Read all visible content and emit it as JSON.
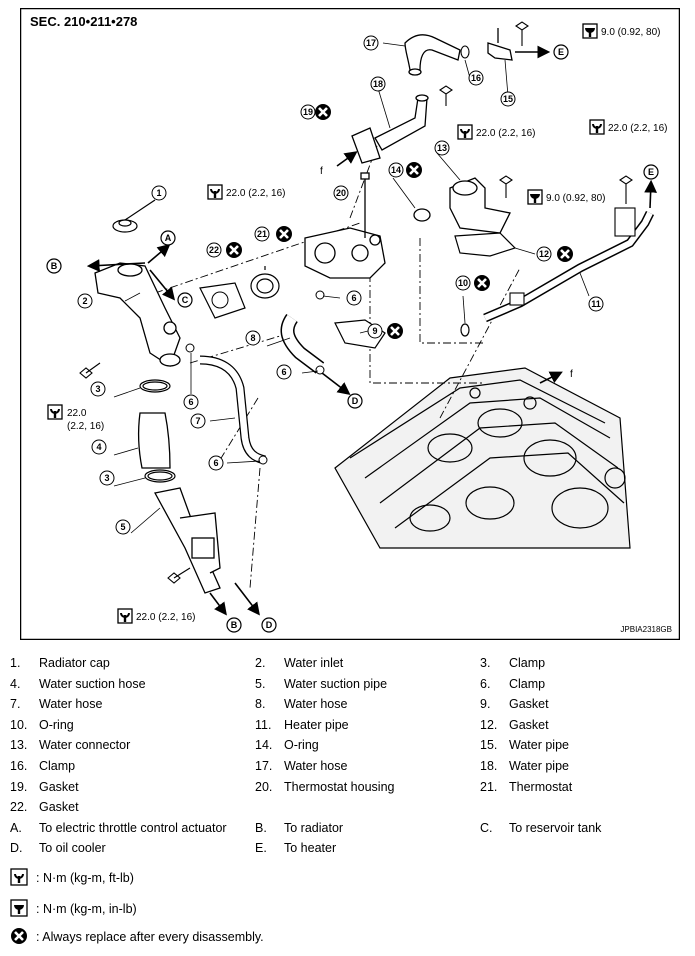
{
  "figure": {
    "section": "SEC. 210•211•278",
    "figure_id": "JPBIA2318GB",
    "callouts": {
      "c1": "1",
      "c2": "2",
      "c3a": "3",
      "c3b": "3",
      "c4": "4",
      "c5": "5",
      "c6a": "6",
      "c6b": "6",
      "c6c": "6",
      "c6d": "6",
      "c7": "7",
      "c8": "8",
      "c9": "9",
      "c10": "10",
      "c11": "11",
      "c12": "12",
      "c13": "13",
      "c14": "14",
      "c15": "15",
      "c16": "16",
      "c17": "17",
      "c18": "18",
      "c19": "19",
      "c20": "20",
      "c21": "21",
      "c22": "22"
    },
    "letters": {
      "A": "A",
      "B1": "B",
      "C": "C",
      "D1": "D",
      "B2": "B",
      "D2": "D",
      "E1": "E",
      "E2": "E"
    },
    "front_marks": {
      "f1": "f",
      "f2": "f"
    },
    "torques": {
      "t1": "9.0 (0.92, 80)",
      "t2": "22.0 (2.2, 16)",
      "t3": "22.0 (2.2, 16)",
      "t4": "9.0 (0.92, 80)",
      "t5": "22.0 (2.2, 16)",
      "t6a": "22.0",
      "t6b": "(2.2, 16)",
      "t7": "22.0 (2.2, 16)"
    }
  },
  "legend": {
    "rows": [
      [
        {
          "num": "1.",
          "text": "Radiator cap"
        },
        {
          "num": "2.",
          "text": "Water inlet"
        },
        {
          "num": "3.",
          "text": "Clamp"
        }
      ],
      [
        {
          "num": "4.",
          "text": "Water suction hose"
        },
        {
          "num": "5.",
          "text": "Water suction pipe"
        },
        {
          "num": "6.",
          "text": "Clamp"
        }
      ],
      [
        {
          "num": "7.",
          "text": "Water hose"
        },
        {
          "num": "8.",
          "text": "Water hose"
        },
        {
          "num": "9.",
          "text": "Gasket"
        }
      ],
      [
        {
          "num": "10.",
          "text": "O-ring"
        },
        {
          "num": "11.",
          "text": "Heater pipe"
        },
        {
          "num": "12.",
          "text": "Gasket"
        }
      ],
      [
        {
          "num": "13.",
          "text": "Water connector"
        },
        {
          "num": "14.",
          "text": "O-ring"
        },
        {
          "num": "15.",
          "text": "Water pipe"
        }
      ],
      [
        {
          "num": "16.",
          "text": "Clamp"
        },
        {
          "num": "17.",
          "text": "Water hose"
        },
        {
          "num": "18.",
          "text": "Water pipe"
        }
      ],
      [
        {
          "num": "19.",
          "text": "Gasket"
        },
        {
          "num": "20.",
          "text": "Thermostat housing"
        },
        {
          "num": "21.",
          "text": "Thermostat"
        }
      ],
      [
        {
          "num": "22.",
          "text": "Gasket"
        },
        {
          "num": "",
          "text": ""
        },
        {
          "num": "",
          "text": ""
        }
      ],
      [
        {
          "num": "A.",
          "text": "To electric throttle control actuator"
        },
        {
          "num": "B.",
          "text": "To radiator"
        },
        {
          "num": "C.",
          "text": "To reservoir tank"
        }
      ],
      [
        {
          "num": "D.",
          "text": "To oil cooler"
        },
        {
          "num": "E.",
          "text": "To heater"
        },
        {
          "num": "",
          "text": ""
        }
      ]
    ],
    "symbols": [
      {
        "icon": "torque-wrench-nm-icon",
        "text": ": N·m (kg-m, ft-lb)"
      },
      {
        "icon": "torque-wrench-inlb-icon",
        "text": ": N·m (kg-m, in-lb)"
      },
      {
        "icon": "always-replace-icon",
        "text": ": Always replace after every disassembly."
      }
    ]
  }
}
